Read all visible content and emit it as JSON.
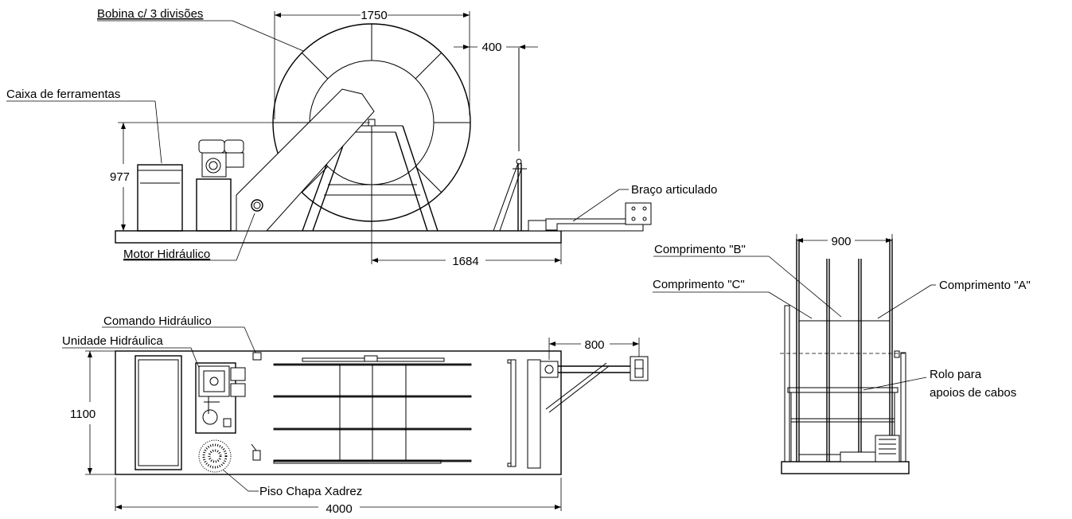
{
  "labels": {
    "bobina": "Bobina c/ 3 divisões",
    "caixa": "Caixa de ferramentas",
    "motor": "Motor Hidráulico",
    "braco": "Braço articulado",
    "comando": "Comando Hidráulico",
    "unidade": "Unidade Hidráulica",
    "piso": "Piso Chapa Xadrez",
    "comp_b": "Comprimento \"B\"",
    "comp_c": "Comprimento \"C\"",
    "comp_a": "Comprimento \"A\"",
    "rolo_1": "Rolo para",
    "rolo_2": "apoios de cabos"
  },
  "dimensions": {
    "reel_diameter": "1750",
    "reel_offset": "400",
    "height": "977",
    "axle_to_end": "1684",
    "width": "1100",
    "arm_length": "800",
    "length": "4000",
    "end_width": "900"
  }
}
